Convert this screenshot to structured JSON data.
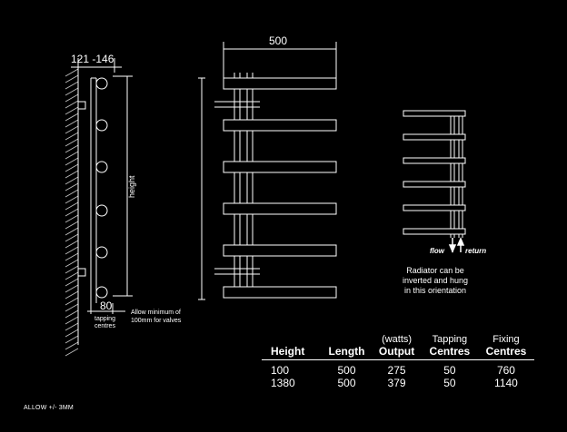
{
  "side_view": {
    "depth_label": "121 -146",
    "height_label": "height",
    "tapping_value": "80",
    "tapping_caption_1": "tapping",
    "tapping_caption_2": "centres",
    "valve_note_1": "Allow minimum of",
    "valve_note_2": "100mm for valves"
  },
  "front_view": {
    "width_label": "500",
    "bar_count": 6
  },
  "small_view": {
    "flow_label": "flow",
    "return_label": "return",
    "note_lines": [
      "Radiator can be",
      "inverted and hung",
      "in this orientation"
    ],
    "bar_count": 6
  },
  "table": {
    "headers": [
      {
        "unit": "",
        "label": "Height"
      },
      {
        "unit": "",
        "label": "Length"
      },
      {
        "unit": "(watts)",
        "label": "Output"
      },
      {
        "unit": "Tapping",
        "label": "Centres"
      },
      {
        "unit": "Fixing",
        "label": "Centres"
      }
    ],
    "rows": [
      [
        "100",
        "500",
        "275",
        "50",
        "760"
      ],
      [
        "1380",
        "500",
        "379",
        "50",
        "1140"
      ]
    ]
  },
  "footer_note": "ALLOW +/- 3MM",
  "colors": {
    "background": "#000000",
    "line": "#ffffff",
    "wall_hatch": "#bbbbbb"
  }
}
